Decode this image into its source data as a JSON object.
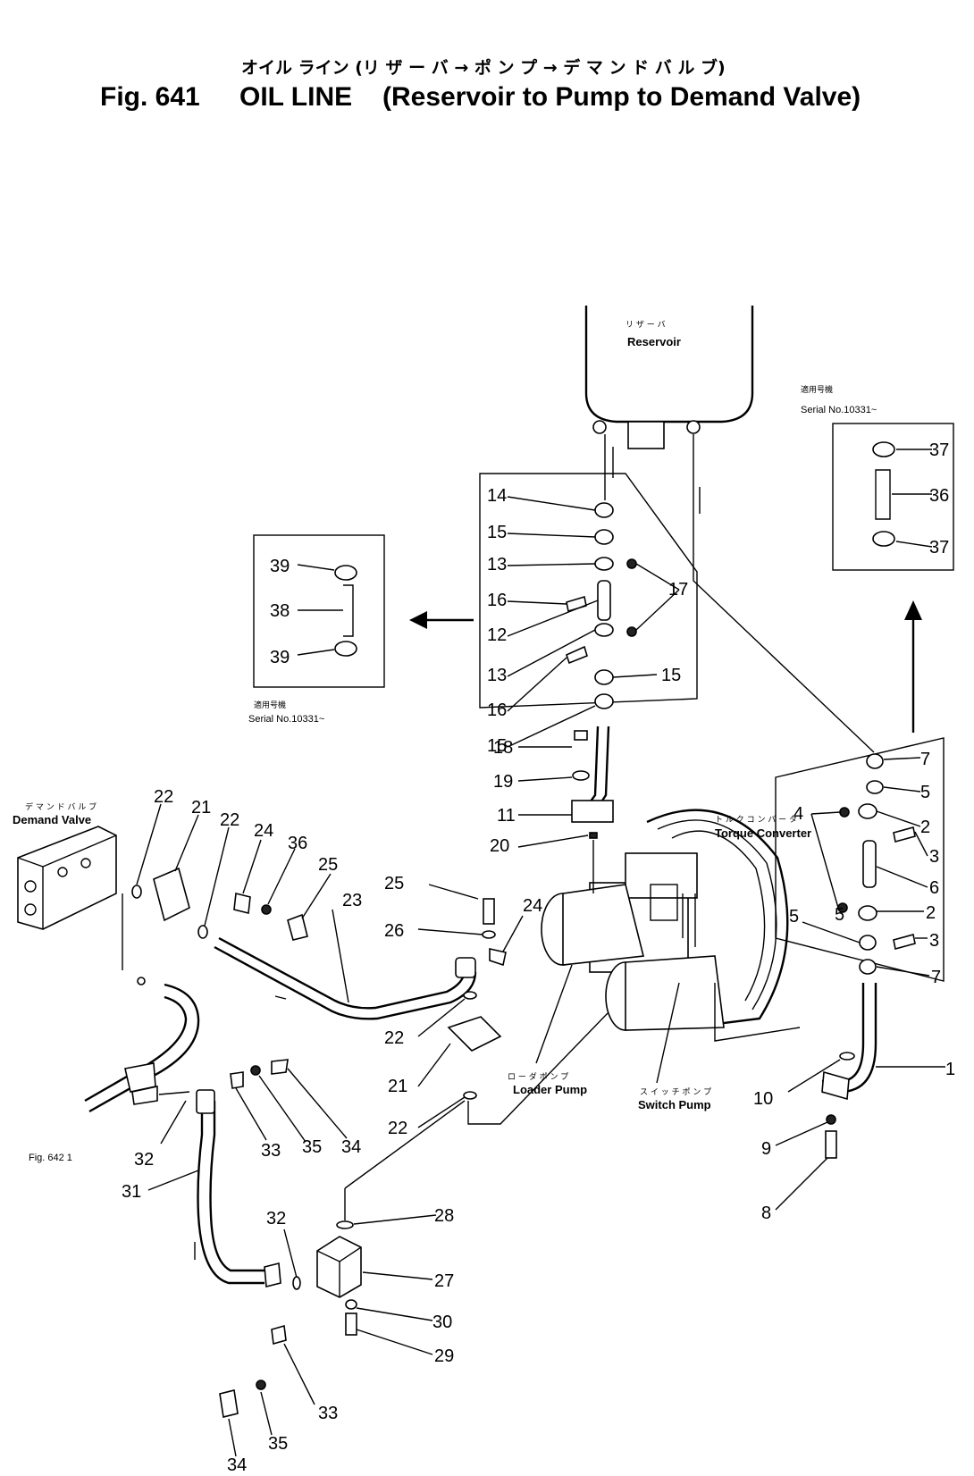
{
  "title": {
    "fig": "Fig. 641",
    "jp": "オイル ライン (リ ザ ー バ → ポ ン プ → デ マ ン ド バ ル ブ)",
    "en_name": "OIL LINE",
    "en_desc": "(Reservoir to Pump to Demand Valve)"
  },
  "labels": {
    "reservoir_jp": "リ ザ ー バ",
    "reservoir_en": "Reservoir",
    "demand_valve_jp": "デ マ ン ド バ ル ブ",
    "demand_valve_en": "Demand Valve",
    "torque_converter_jp": "ト ル ク コ ン バ ー タ",
    "torque_converter_en": "Torque Converter",
    "loader_pump_jp": "ロ ー ダ ポ ン プ",
    "loader_pump_en": "Loader Pump",
    "switch_pump_jp": "ス イ ッ チ ポ ン プ",
    "switch_pump_en": "Switch Pump",
    "fig_ref": "Fig. 642 1",
    "serial_jp": "適用号機",
    "serial_left": "Serial No.10331~",
    "serial_right": "Serial No.10331~"
  },
  "callouts": [
    "1",
    "2",
    "3",
    "4",
    "5",
    "6",
    "7",
    "8",
    "9",
    "10",
    "11",
    "12",
    "13",
    "14",
    "15",
    "16",
    "17",
    "18",
    "19",
    "20",
    "21",
    "22",
    "23",
    "24",
    "25",
    "26",
    "27",
    "28",
    "29",
    "30",
    "31",
    "32",
    "33",
    "34",
    "35",
    "36",
    "37",
    "38",
    "39"
  ]
}
